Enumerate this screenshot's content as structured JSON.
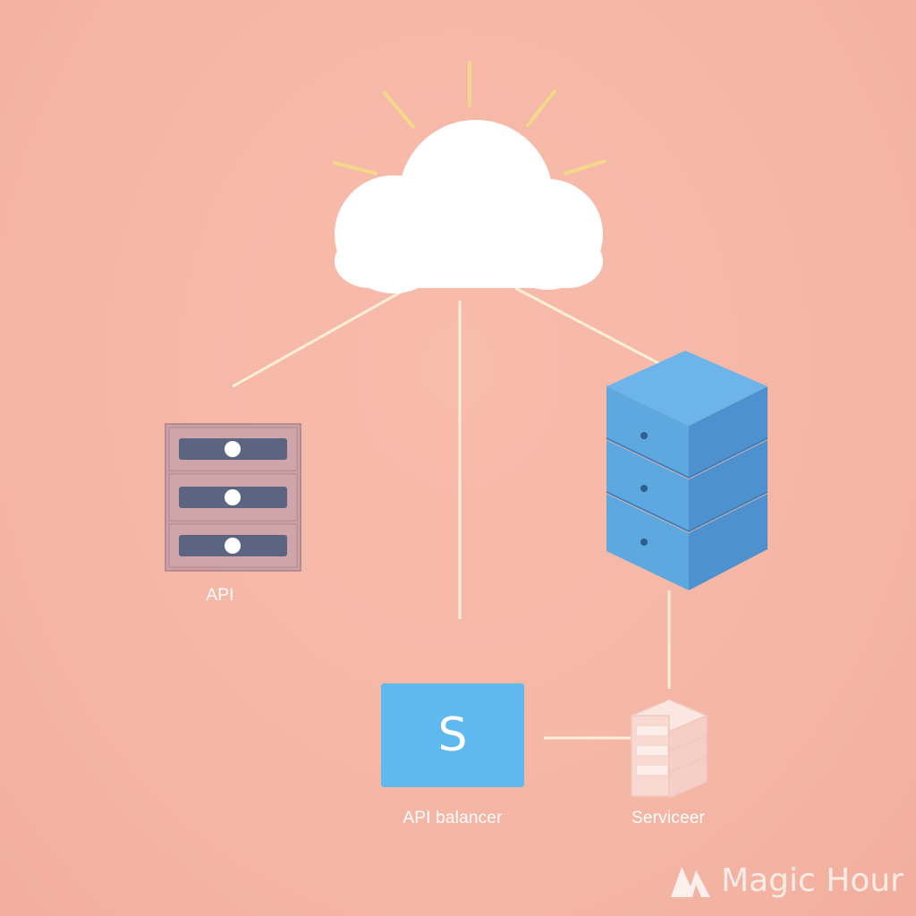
{
  "colors": {
    "background": "#f6b8a8",
    "connector": "#fdf0d8",
    "cloud": "#ffffff",
    "sun_rays": "#f3d88a",
    "rack_frame": "#c79a9c",
    "rack_slot": "#5b6480",
    "db_front": "#5ea8e0",
    "db_top": "#6cb4ea",
    "db_side": "#4d92cf",
    "balancer": "#5fb8ee",
    "servicer": "#f8d9d2"
  },
  "nodes": {
    "cloud": {
      "icon": "cloud-icon"
    },
    "api_rack": {
      "icon": "server-rack-icon",
      "label": "API"
    },
    "database": {
      "icon": "database-stack-icon"
    },
    "balancer": {
      "icon": "square-icon",
      "letter": "S",
      "label": "API balancer"
    },
    "servicer": {
      "icon": "server-stack-icon",
      "label": "Serviceer"
    }
  },
  "watermark": {
    "text": "Magic Hour",
    "icon": "magic-hour-logo-icon"
  }
}
